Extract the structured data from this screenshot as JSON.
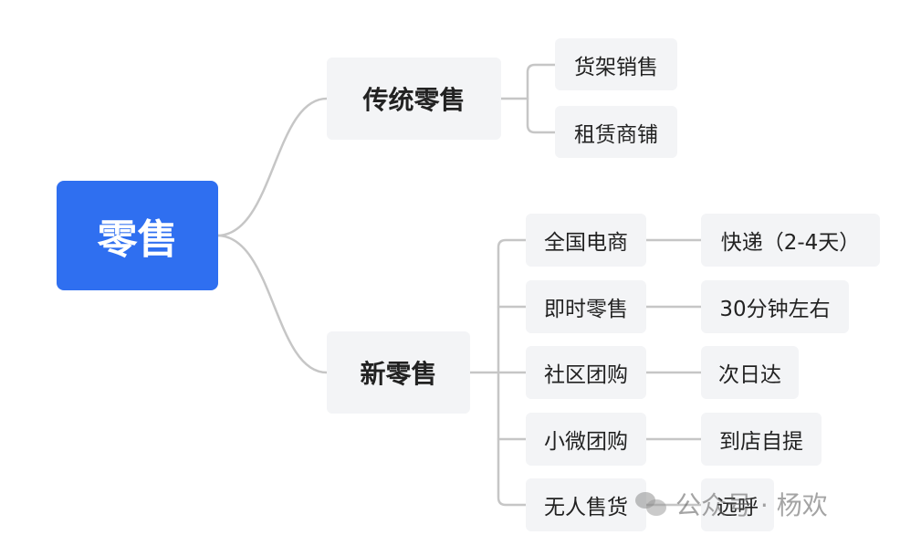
{
  "colors": {
    "root_fill": "#2f6ff0",
    "node_fill": "#f3f4f6",
    "connector": "#c6c6c6",
    "text": "#222222"
  },
  "mindmap": {
    "root": {
      "label": "零售"
    },
    "branches": [
      {
        "label": "传统零售",
        "children": [
          {
            "label": "货架销售"
          },
          {
            "label": "租赁商铺"
          }
        ]
      },
      {
        "label": "新零售",
        "children": [
          {
            "label": "全国电商",
            "detail": "快递（2-4天）"
          },
          {
            "label": "即时零售",
            "detail": "30分钟左右"
          },
          {
            "label": "社区团购",
            "detail": "次日达"
          },
          {
            "label": "小微团购",
            "detail": "到店自提"
          },
          {
            "label": "无人售货",
            "detail": "远呼"
          }
        ]
      }
    ]
  },
  "watermark": {
    "icon": "wechat-icon",
    "text": "公众号 · 杨欢"
  }
}
